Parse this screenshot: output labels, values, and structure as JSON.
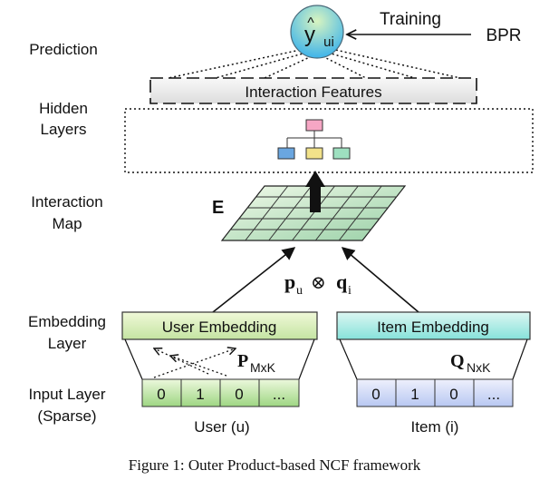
{
  "layer_labels": {
    "prediction": "Prediction",
    "hidden_1": "Hidden",
    "hidden_2": "Layers",
    "interaction_1": "Interaction",
    "interaction_2": "Map",
    "embedding_1": "Embedding",
    "embedding_2": "Layer",
    "input_1": "Input Layer",
    "input_2": "(Sparse)"
  },
  "prediction_node": {
    "symbol": "y",
    "hat": "^",
    "subscript": "ui"
  },
  "training": {
    "label": "Training",
    "loss": "BPR"
  },
  "interaction_features": "Interaction Features",
  "interaction_map_symbol": "E",
  "outer_product": {
    "p": "p",
    "p_sub": "u",
    "op": "⊗",
    "q": "q",
    "q_sub": "i"
  },
  "user_embedding": {
    "label": "User Embedding",
    "matrix": "P",
    "matrix_sub": "MxK"
  },
  "item_embedding": {
    "label": "Item Embedding",
    "matrix": "Q",
    "matrix_sub": "NxK"
  },
  "user_input": {
    "cells": [
      "0",
      "1",
      "0",
      "..."
    ],
    "caption": "User (u)"
  },
  "item_input": {
    "cells": [
      "0",
      "1",
      "0",
      "..."
    ],
    "caption": "Item (i)"
  },
  "figure_caption": "Figure 1: Outer Product-based NCF framework",
  "colors": {
    "node_gradient": [
      "#d8f4c0",
      "#3fb4ea"
    ],
    "user_embedding": [
      "#f0f8d8",
      "#c4e4a2"
    ],
    "item_embedding": [
      "#dcf6f2",
      "#86e2da"
    ],
    "user_cells": [
      "#ecf8dc",
      "#9ed682"
    ],
    "item_cells": [
      "#eef0fc",
      "#b8c8f2"
    ],
    "grid_gradient": [
      "#f2faea",
      "#98d0a6"
    ]
  }
}
